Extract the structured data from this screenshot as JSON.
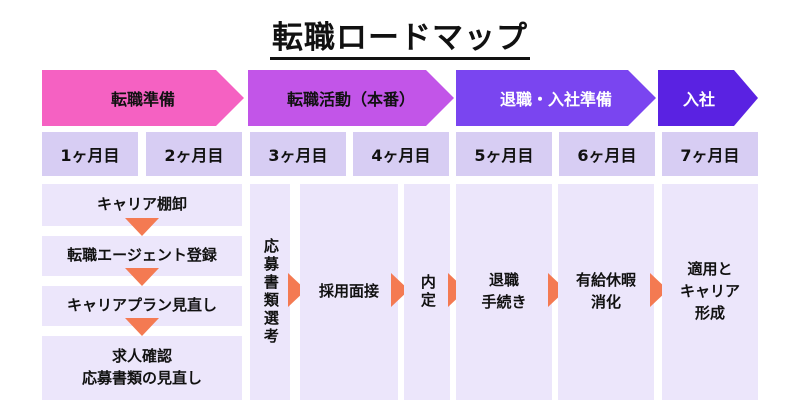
{
  "title": "転職ロードマップ",
  "colors": {
    "pink": "#f561c2",
    "violet": "#c255e8",
    "purple": "#7a45f0",
    "indigo": "#5a22e2",
    "month_bg": "#d7cdf3",
    "box_bg": "#ece6fb",
    "arrow": "#f47a52"
  },
  "phases": [
    {
      "label": "転職準備"
    },
    {
      "label": "転職活動（本番）"
    },
    {
      "label": "退職・入社準備"
    },
    {
      "label": "入社"
    }
  ],
  "months": [
    "1ヶ月目",
    "2ヶ月目",
    "3ヶ月目",
    "4ヶ月目",
    "5ヶ月目",
    "6ヶ月目",
    "7ヶ月目"
  ],
  "prep_steps": [
    "キャリア棚卸",
    "転職エージェント登録",
    "キャリアプラン見直し",
    "求人確認\n応募書類の見直し"
  ],
  "steps": [
    {
      "label": "応募書類選考"
    },
    {
      "label": "採用面接"
    },
    {
      "label": "内定"
    },
    {
      "label": "退職\n手続き"
    },
    {
      "label": "有給休暇\n消化"
    },
    {
      "label": "適用と\nキャリア\n形成"
    }
  ]
}
